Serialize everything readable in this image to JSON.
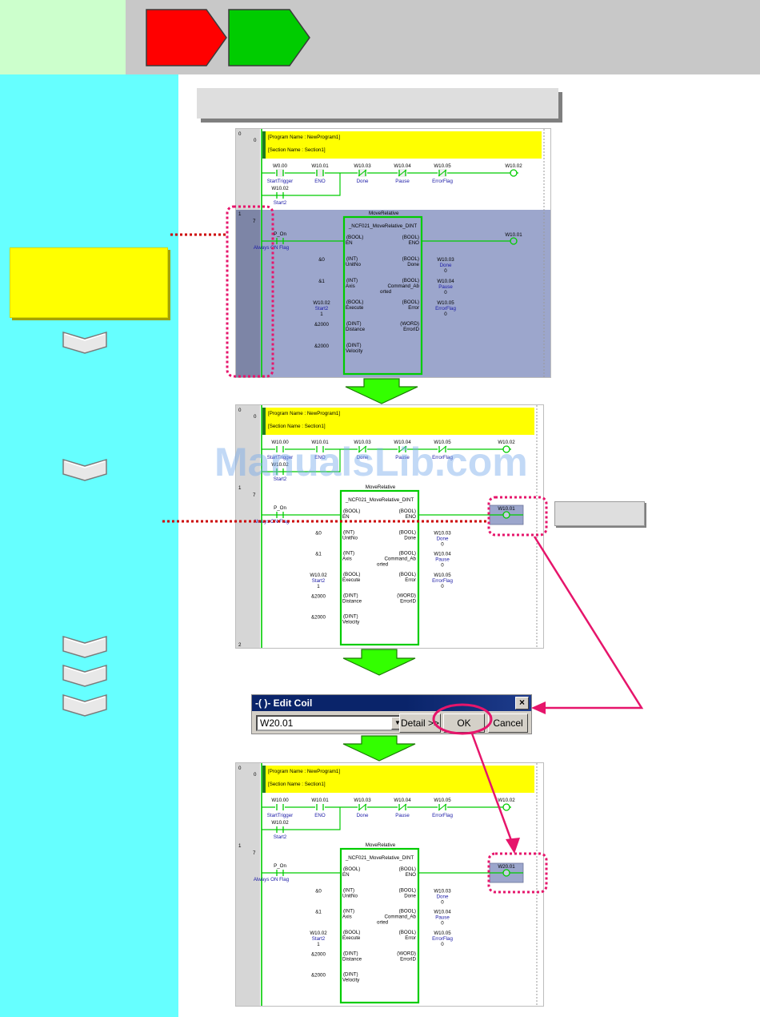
{
  "watermark": "ManualsLib.com",
  "dialog": {
    "title": "-( )- Edit Coil",
    "address_value": "W20.01",
    "detail_button": "Detail >>",
    "ok_button": "OK",
    "cancel_button": "Cancel",
    "close_symbol": "×",
    "dropdown_symbol": "▼"
  },
  "ladders": [
    {
      "program_name": "[Program Name : NewProgram1]",
      "section_name": "[Section Name : Section1]",
      "rung0_num": "0",
      "rung0_step": "0",
      "rung1_num": "1",
      "rung1_step": "7",
      "rung2_num": "",
      "contacts": [
        {
          "addr": "W0.00",
          "label": "StartTrigger"
        },
        {
          "addr": "W10.01",
          "label": "ENO"
        },
        {
          "addr": "W10.03",
          "label": "Done"
        },
        {
          "addr": "W10.04",
          "label": "Pause"
        },
        {
          "addr": "W10.05",
          "label": "ErrorFlag"
        }
      ],
      "branch_contact": {
        "addr": "W10.02",
        "label": "Start2"
      },
      "coil0": "W10.02",
      "fb_name": "MoveRelative",
      "fb_type": "_NCF021_MoveRelative_DINT",
      "en_contact": {
        "addr": "P_On",
        "label": "Always ON Flag"
      },
      "coil1": "W10.01",
      "inputs": [
        {
          "type": "(BOOL)",
          "name": "EN",
          "value": "",
          "value_label": "",
          "value_extra": ""
        },
        {
          "type": "(INT)",
          "name": "UnitNo",
          "value": "&0",
          "value_label": "",
          "value_extra": ""
        },
        {
          "type": "(INT)",
          "name": "Axis",
          "value": "&1",
          "value_label": "",
          "value_extra": ""
        },
        {
          "type": "(BOOL)",
          "name": "Execute",
          "value": "W10.02",
          "value_label": "Start2",
          "value_extra": "1"
        },
        {
          "type": "(DINT)",
          "name": "Distance",
          "value": "&2000",
          "value_label": "",
          "value_extra": ""
        },
        {
          "type": "(DINT)",
          "name": "Velocity",
          "value": "&2000",
          "value_label": "",
          "value_extra": ""
        }
      ],
      "outputs": [
        {
          "type": "(BOOL)",
          "name": "ENO",
          "name2": "",
          "value": "",
          "value_label": "",
          "value_extra": ""
        },
        {
          "type": "(BOOL)",
          "name": "Done",
          "name2": "",
          "value": "W10.03",
          "value_label": "Done",
          "value_extra": "0"
        },
        {
          "type": "(BOOL)",
          "name": "Command_Ab",
          "name2": "orted",
          "value": "W10.04",
          "value_label": "Pause",
          "value_extra": "0"
        },
        {
          "type": "(BOOL)",
          "name": "Error",
          "name2": "",
          "value": "W10.05",
          "value_label": "ErrorFlag",
          "value_extra": "0"
        },
        {
          "type": "(WORD)",
          "name": "ErrorID",
          "name2": "",
          "value": "",
          "value_label": "",
          "value_extra": ""
        }
      ]
    },
    {
      "program_name": "[Program Name : NewProgram1]",
      "section_name": "[Section Name : Section1]",
      "rung0_num": "0",
      "rung0_step": "0",
      "rung1_num": "1",
      "rung1_step": "7",
      "rung2_num": "2",
      "contacts": [
        {
          "addr": "W10.00",
          "label": "StartTrigger"
        },
        {
          "addr": "W10.01",
          "label": "ENO"
        },
        {
          "addr": "W10.03",
          "label": "Done"
        },
        {
          "addr": "W10.04",
          "label": "Pause"
        },
        {
          "addr": "W10.05",
          "label": "ErrorFlag"
        }
      ],
      "branch_contact": {
        "addr": "W10.02",
        "label": "Start2"
      },
      "coil0": "W10.02",
      "fb_name": "MoveRelative",
      "fb_type": "_NCF021_MoveRelative_DINT",
      "en_contact": {
        "addr": "P_On",
        "label": "Always ON Flag"
      },
      "coil1": "W10.01",
      "inputs": [
        {
          "type": "(BOOL)",
          "name": "EN",
          "value": "",
          "value_label": "",
          "value_extra": ""
        },
        {
          "type": "(INT)",
          "name": "UnitNo",
          "value": "&0",
          "value_label": "",
          "value_extra": ""
        },
        {
          "type": "(INT)",
          "name": "Axis",
          "value": "&1",
          "value_label": "",
          "value_extra": ""
        },
        {
          "type": "(BOOL)",
          "name": "Execute",
          "value": "W10.02",
          "value_label": "Start2",
          "value_extra": "1"
        },
        {
          "type": "(DINT)",
          "name": "Distance",
          "value": "&2000",
          "value_label": "",
          "value_extra": ""
        },
        {
          "type": "(DINT)",
          "name": "Velocity",
          "value": "&2000",
          "value_label": "",
          "value_extra": ""
        }
      ],
      "outputs": [
        {
          "type": "(BOOL)",
          "name": "ENO",
          "name2": "",
          "value": "",
          "value_label": "",
          "value_extra": ""
        },
        {
          "type": "(BOOL)",
          "name": "Done",
          "name2": "",
          "value": "W10.03",
          "value_label": "Done",
          "value_extra": "0"
        },
        {
          "type": "(BOOL)",
          "name": "Command_Ab",
          "name2": "orted",
          "value": "W10.04",
          "value_label": "Pause",
          "value_extra": "0"
        },
        {
          "type": "(BOOL)",
          "name": "Error",
          "name2": "",
          "value": "W10.05",
          "value_label": "ErrorFlag",
          "value_extra": "0"
        },
        {
          "type": "(WORD)",
          "name": "ErrorID",
          "name2": "",
          "value": "",
          "value_label": "",
          "value_extra": ""
        }
      ]
    },
    {
      "program_name": "[Program Name : NewProgram1]",
      "section_name": "[Section Name : Section1]",
      "rung0_num": "0",
      "rung0_step": "0",
      "rung1_num": "1",
      "rung1_step": "7",
      "rung2_num": "",
      "contacts": [
        {
          "addr": "W10.00",
          "label": "StartTrigger"
        },
        {
          "addr": "W10.01",
          "label": "ENO"
        },
        {
          "addr": "W10.03",
          "label": "Done"
        },
        {
          "addr": "W10.04",
          "label": "Pause"
        },
        {
          "addr": "W10.05",
          "label": "ErrorFlag"
        }
      ],
      "branch_contact": {
        "addr": "W10.02",
        "label": "Start2"
      },
      "coil0": "W10.02",
      "fb_name": "MoveRelative",
      "fb_type": "_NCF021_MoveRelative_DINT",
      "en_contact": {
        "addr": "P_On",
        "label": "Always ON Flag"
      },
      "coil1": "W20.01",
      "inputs": [
        {
          "type": "(BOOL)",
          "name": "EN",
          "value": "",
          "value_label": "",
          "value_extra": ""
        },
        {
          "type": "(INT)",
          "name": "UnitNo",
          "value": "&0",
          "value_label": "",
          "value_extra": ""
        },
        {
          "type": "(INT)",
          "name": "Axis",
          "value": "&1",
          "value_label": "",
          "value_extra": ""
        },
        {
          "type": "(BOOL)",
          "name": "Execute",
          "value": "W10.02",
          "value_label": "Start2",
          "value_extra": "1"
        },
        {
          "type": "(DINT)",
          "name": "Distance",
          "value": "&2000",
          "value_label": "",
          "value_extra": ""
        },
        {
          "type": "(DINT)",
          "name": "Velocity",
          "value": "&2000",
          "value_label": "",
          "value_extra": ""
        }
      ],
      "outputs": [
        {
          "type": "(BOOL)",
          "name": "ENO",
          "name2": "",
          "value": "",
          "value_label": "",
          "value_extra": ""
        },
        {
          "type": "(BOOL)",
          "name": "Done",
          "name2": "",
          "value": "W10.03",
          "value_label": "Done",
          "value_extra": "0"
        },
        {
          "type": "(BOOL)",
          "name": "Command_Ab",
          "name2": "orted",
          "value": "W10.04",
          "value_label": "Pause",
          "value_extra": "0"
        },
        {
          "type": "(BOOL)",
          "name": "Error",
          "name2": "",
          "value": "W10.05",
          "value_label": "ErrorFlag",
          "value_extra": "0"
        },
        {
          "type": "(WORD)",
          "name": "ErrorID",
          "name2": "",
          "value": "",
          "value_label": "",
          "value_extra": ""
        }
      ]
    }
  ],
  "colors": {
    "header_red": "#ff0000",
    "header_green": "#00cc00",
    "sidebar_cyan": "#66ffff",
    "corner_green": "#ccffcc",
    "highlight_yellow": "#ffff00",
    "ladder_green": "#00cc00",
    "selection_blue": "#9ca6cc",
    "callout_magenta": "#e6156b",
    "dotted_red": "#cc0000"
  }
}
